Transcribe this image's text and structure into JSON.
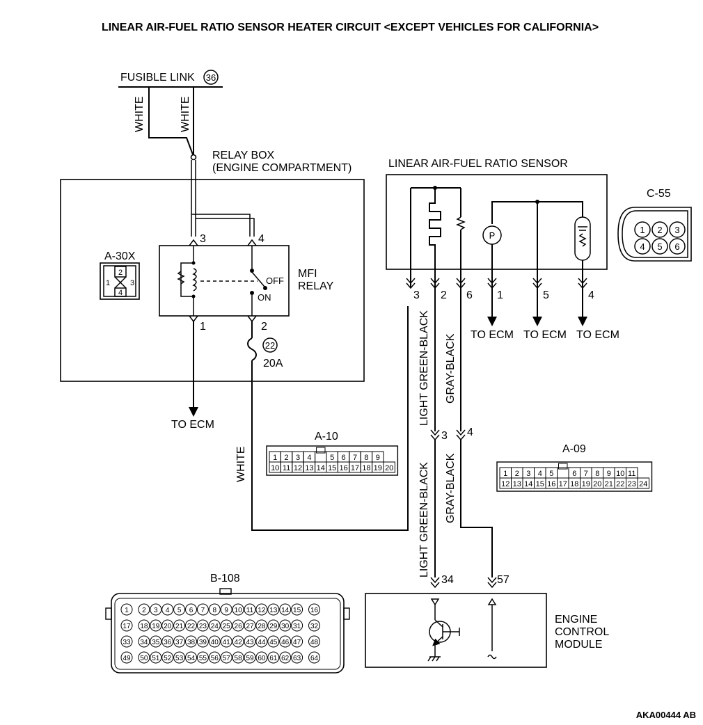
{
  "title": "LINEAR AIR-FUEL RATIO SENSOR HEATER CIRCUIT <EXCEPT VEHICLES FOR CALIFORNIA>",
  "figure_code": "AKA00444 AB",
  "fusible_link": {
    "label": "FUSIBLE LINK",
    "number": "36"
  },
  "relay_box": {
    "line1": "RELAY BOX",
    "line2": "(ENGINE COMPARTMENT)"
  },
  "mfi_relay": {
    "line1": "MFI",
    "line2": "RELAY",
    "off_label": "OFF",
    "on_label": "ON",
    "pins": {
      "p1": "1",
      "p2": "2",
      "p3": "3",
      "p4": "4"
    }
  },
  "fuse": {
    "number": "22",
    "rating": "20A"
  },
  "to_ecm": "TO ECM",
  "wires": {
    "white": "WHITE",
    "light_green_black": "LIGHT GREEN-BLACK",
    "gray_black": "GRAY-BLACK"
  },
  "sensor": {
    "label": "LINEAR AIR-FUEL RATIO SENSOR",
    "p_symbol": "P",
    "pins": [
      "3",
      "2",
      "6",
      "1",
      "5",
      "4"
    ]
  },
  "joint_pins": {
    "lg": "3",
    "gb": "4"
  },
  "ecm": {
    "line1": "ENGINE",
    "line2": "CONTROL",
    "line3": "MODULE",
    "pin_a": "34",
    "pin_b": "57"
  },
  "connectors": {
    "a30x": {
      "name": "A-30X",
      "pins": [
        "2",
        "1",
        "3",
        "4"
      ]
    },
    "c55": {
      "name": "C-55",
      "pins": [
        "1",
        "2",
        "3",
        "4",
        "5",
        "6"
      ]
    },
    "a10": {
      "name": "A-10",
      "row1": [
        "1",
        "2",
        "3",
        "4",
        "",
        "5",
        "6",
        "7",
        "8",
        "9"
      ],
      "row2": [
        "10",
        "11",
        "12",
        "13",
        "14",
        "15",
        "16",
        "17",
        "18",
        "19",
        "20"
      ]
    },
    "a09": {
      "name": "A-09",
      "row1": [
        "1",
        "2",
        "3",
        "4",
        "5",
        "",
        "6",
        "7",
        "8",
        "9",
        "10",
        "11"
      ],
      "row2": [
        "12",
        "13",
        "14",
        "15",
        "16",
        "17",
        "18",
        "19",
        "20",
        "21",
        "22",
        "23",
        "24"
      ]
    },
    "b108": {
      "name": "B-108",
      "rows": [
        [
          "1",
          "",
          "2",
          "3",
          "4",
          "5",
          "6",
          "7",
          "8",
          "9",
          "10",
          "11",
          "12",
          "13",
          "14",
          "15",
          "",
          "16"
        ],
        [
          "17",
          "",
          "18",
          "19",
          "20",
          "21",
          "22",
          "23",
          "24",
          "25",
          "26",
          "27",
          "28",
          "29",
          "30",
          "31",
          "",
          "32"
        ],
        [
          "33",
          "",
          "34",
          "35",
          "36",
          "37",
          "38",
          "39",
          "40",
          "41",
          "42",
          "43",
          "44",
          "45",
          "46",
          "47",
          "",
          "48"
        ],
        [
          "49",
          "",
          "50",
          "51",
          "52",
          "53",
          "54",
          "55",
          "56",
          "57",
          "58",
          "59",
          "60",
          "61",
          "62",
          "63",
          "",
          "64"
        ]
      ]
    }
  }
}
